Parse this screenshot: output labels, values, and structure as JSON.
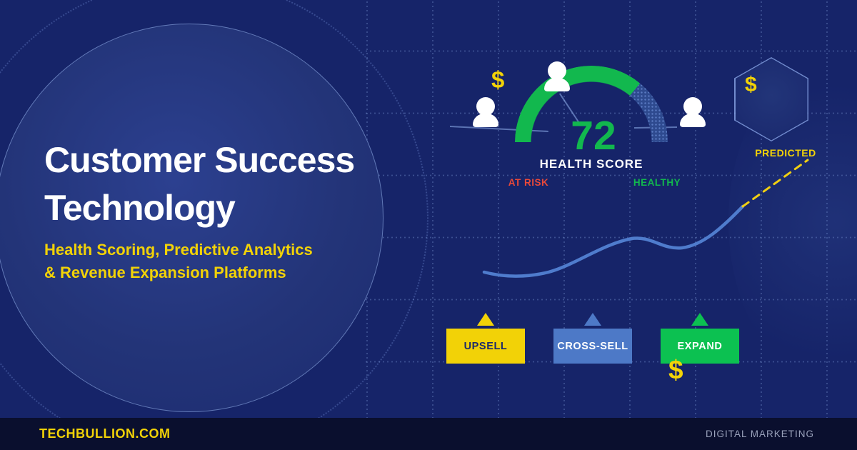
{
  "hero": {
    "title": [
      "Customer Success",
      "Technology"
    ],
    "subtitle": [
      "Health Scoring, Predictive Analytics",
      "& Revenue Expansion Platforms"
    ]
  },
  "gauge": {
    "score": "72",
    "percent": 72,
    "label": "HEALTH SCORE",
    "at_risk_label": "AT RISK",
    "healthy_label": "HEALTHY"
  },
  "prediction": {
    "label": "PREDICTED"
  },
  "icons": {
    "dollar": "$",
    "person": "person-silhouette",
    "triangle_up": "▲"
  },
  "buttons": [
    {
      "label": "UPSELL",
      "color": "#f2d207"
    },
    {
      "label": "CROSS-SELL",
      "color": "#4d79c7"
    },
    {
      "label": "EXPAND",
      "color": "#0cc151"
    }
  ],
  "footer": {
    "site": "TECHBULLION.COM",
    "category": "DIGITAL MARKETING"
  },
  "colors": {
    "background": "#162469",
    "footer_background": "#0a0f2e",
    "accent_yellow": "#f2d207",
    "accent_green": "#12b84e",
    "accent_blue": "#4d79c7",
    "risk_red": "#e8493a",
    "gauge_remainder": "#2e4a8f",
    "text_white": "#ffffff",
    "text_muted": "#9aa2bb"
  }
}
